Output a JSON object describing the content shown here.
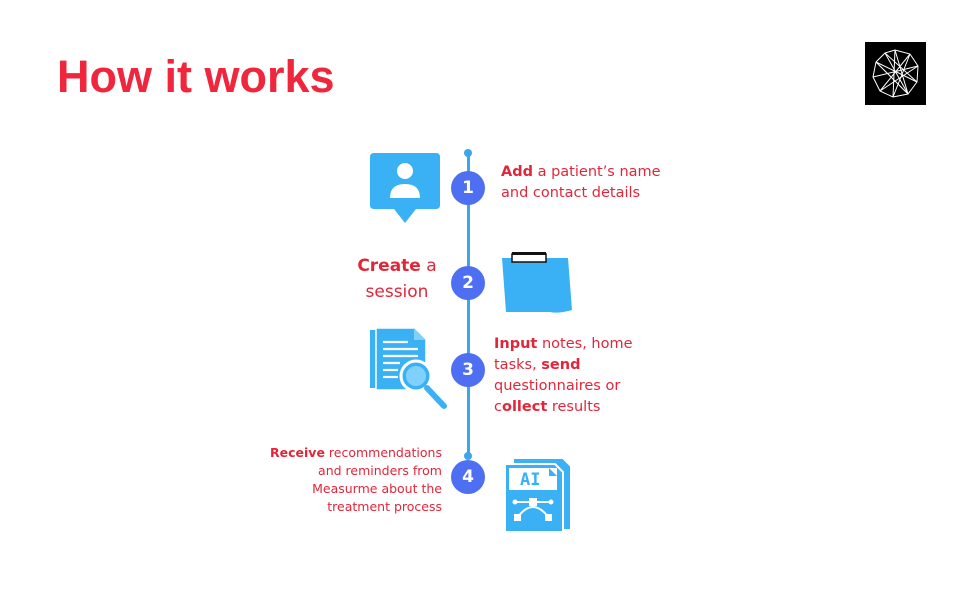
{
  "title": "How it works",
  "steps": [
    {
      "num": "1",
      "bold": "Add",
      "rest1": " a patient’s  name",
      "line2": "and  contact details"
    },
    {
      "num": "2",
      "bold": "Create",
      "rest1": " a",
      "line2": "session"
    },
    {
      "num": "3",
      "bold": "Input",
      "rest1": " notes, home",
      "line2a": "tasks, ",
      "bold2": "send",
      "line3": "questionnaires or",
      "line4a": "c",
      "bold3": "ollect",
      "line4b": " results"
    },
    {
      "num": "4",
      "bold": "Receive",
      "rest1": " recommendations",
      "line2": "and reminders from",
      "line3": "Measurme about the",
      "line4": "treatment process"
    }
  ],
  "icons": {
    "step1": "user-profile-pin-icon",
    "step2": "clipboard-note-icon",
    "step3": "document-search-icon",
    "step4": "ai-file-icon"
  },
  "colors": {
    "accent": "#f0263c",
    "line": "#3aa6ee",
    "circle": "#4e6ff2",
    "icon_blue": "#3ab0f5"
  }
}
